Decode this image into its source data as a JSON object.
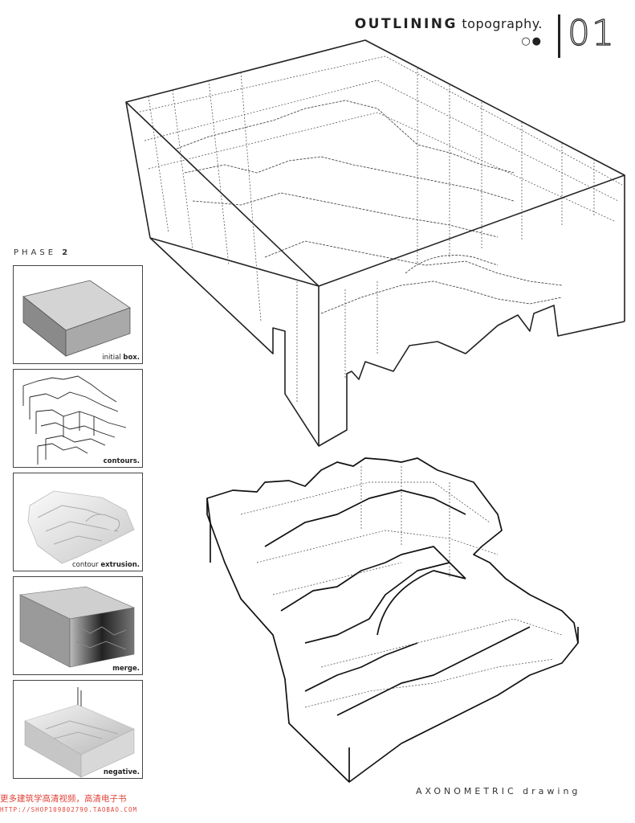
{
  "header": {
    "title_bold": "OUTLINING",
    "title_light": "topography.",
    "dots": "○●",
    "page_number": "01"
  },
  "sidebar": {
    "phase_word": "PHASE",
    "phase_number": "2",
    "panels": [
      {
        "caption_light": "initial",
        "caption_bold": "box."
      },
      {
        "caption_light": "",
        "caption_bold": "contours."
      },
      {
        "caption_light": "contour",
        "caption_bold": "extrusion."
      },
      {
        "caption_light": "",
        "caption_bold": "merge."
      },
      {
        "caption_light": "",
        "caption_bold": "negative."
      }
    ]
  },
  "drawing_label": {
    "word1": "AXONOMETRIC",
    "word2": "drawing"
  },
  "watermark": {
    "line1": "更多建筑学高清视频，高清电子书",
    "line2": "HTTP://SHOP109802790.TAOBAO.COM"
  },
  "colors": {
    "ink": "#222222",
    "watermark": "#e0443a"
  }
}
